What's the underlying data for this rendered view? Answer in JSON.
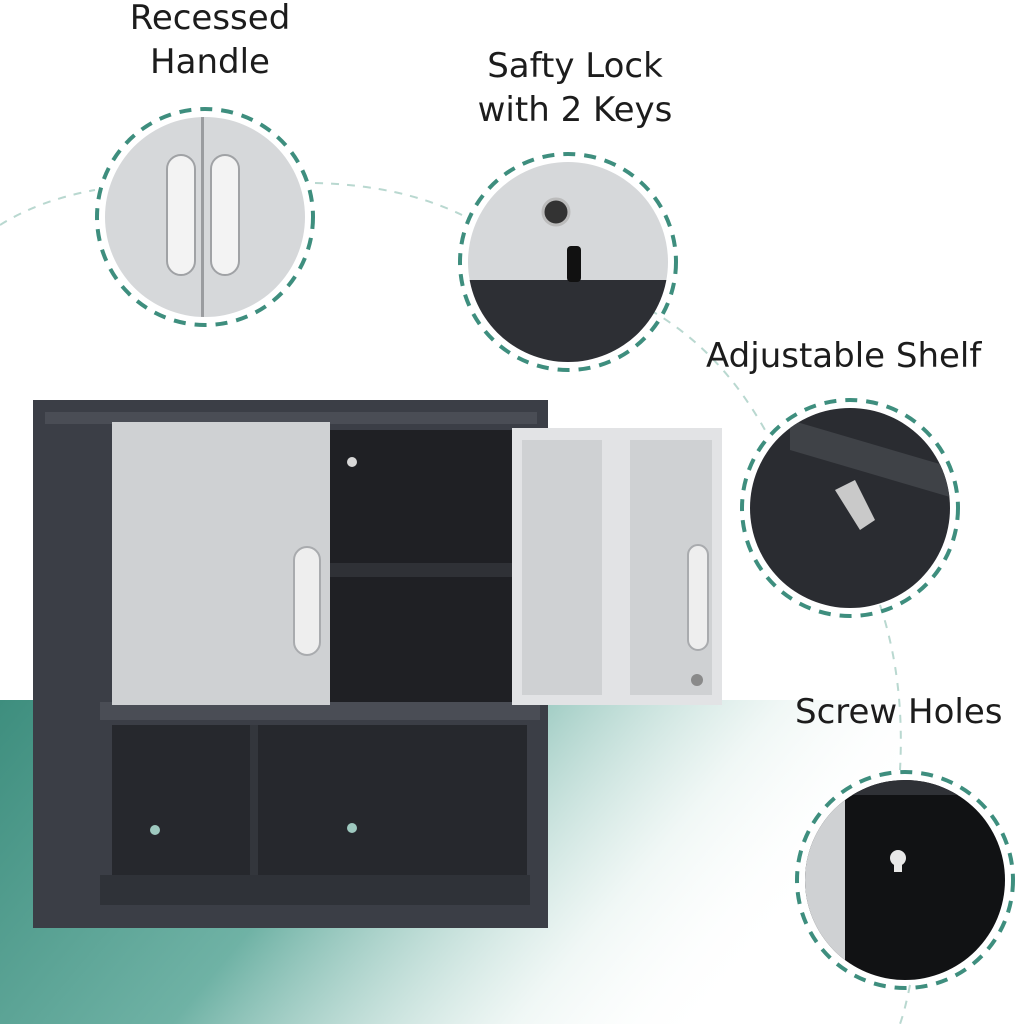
{
  "callouts": {
    "handle": {
      "line1": "Recessed",
      "line2": "Handle"
    },
    "lock": {
      "line1": "Safty Lock",
      "line2": "with 2 Keys"
    },
    "shelf": {
      "label": "Adjustable Shelf"
    },
    "screw": {
      "label": "Screw Holes"
    }
  },
  "colors": {
    "accent_teal": "#3e8e7e",
    "cabinet_body": "#3b3e46",
    "door_panel": "#cfd1d3",
    "interior": "#1f2024"
  }
}
